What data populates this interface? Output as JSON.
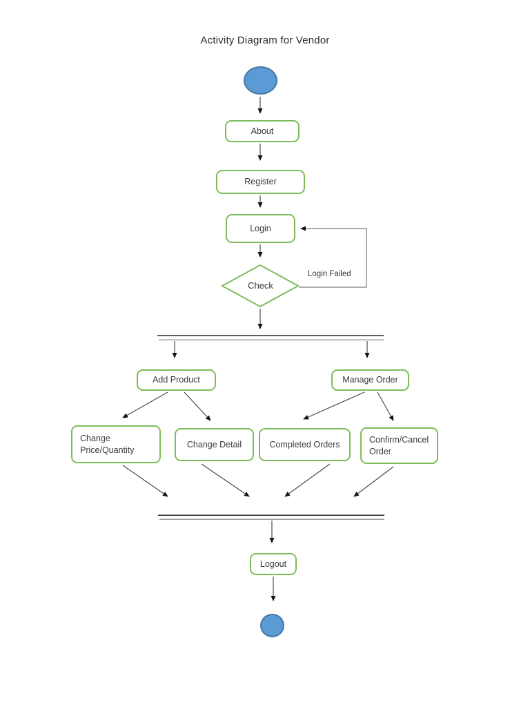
{
  "title": "Activity Diagram for Vendor",
  "nodes": {
    "start": {
      "type": "initial-node"
    },
    "about": {
      "label": "About"
    },
    "register": {
      "label": "Register"
    },
    "login": {
      "label": "Login"
    },
    "check": {
      "label": "Check",
      "shape": "decision-diamond"
    },
    "add_product": {
      "label": "Add Product"
    },
    "manage_order": {
      "label": "Manage Order"
    },
    "change_price_quantity": {
      "label": "Change Price/Quantity"
    },
    "change_detail": {
      "label": "Change Detail"
    },
    "completed_orders": {
      "label": "Completed Orders"
    },
    "confirm_cancel_order": {
      "label": "Confirm/Cancel Order"
    },
    "logout": {
      "label": "Logout"
    },
    "end": {
      "type": "final-node"
    }
  },
  "edges": [
    {
      "from": "start",
      "to": "about"
    },
    {
      "from": "about",
      "to": "register"
    },
    {
      "from": "register",
      "to": "login"
    },
    {
      "from": "login",
      "to": "check"
    },
    {
      "from": "check",
      "to": "login",
      "label": "Login Failed"
    },
    {
      "from": "check",
      "to": "fork-bar"
    },
    {
      "from": "fork-bar",
      "to": "add_product"
    },
    {
      "from": "fork-bar",
      "to": "manage_order"
    },
    {
      "from": "add_product",
      "to": "change_price_quantity"
    },
    {
      "from": "add_product",
      "to": "change_detail"
    },
    {
      "from": "manage_order",
      "to": "completed_orders"
    },
    {
      "from": "manage_order",
      "to": "confirm_cancel_order"
    },
    {
      "from": "change_price_quantity",
      "to": "join-bar"
    },
    {
      "from": "change_detail",
      "to": "join-bar"
    },
    {
      "from": "completed_orders",
      "to": "join-bar"
    },
    {
      "from": "confirm_cancel_order",
      "to": "join-bar"
    },
    {
      "from": "join-bar",
      "to": "logout"
    },
    {
      "from": "logout",
      "to": "end"
    }
  ],
  "colors": {
    "node_border": "#7cbd59",
    "node_fill": "#ffffff",
    "start_end_fill": "#5b9bd5",
    "start_end_border": "#4577a6",
    "connector": "#4a4a4a",
    "loop_connector": "#7a7a7a",
    "text": "#3a3a3a"
  }
}
